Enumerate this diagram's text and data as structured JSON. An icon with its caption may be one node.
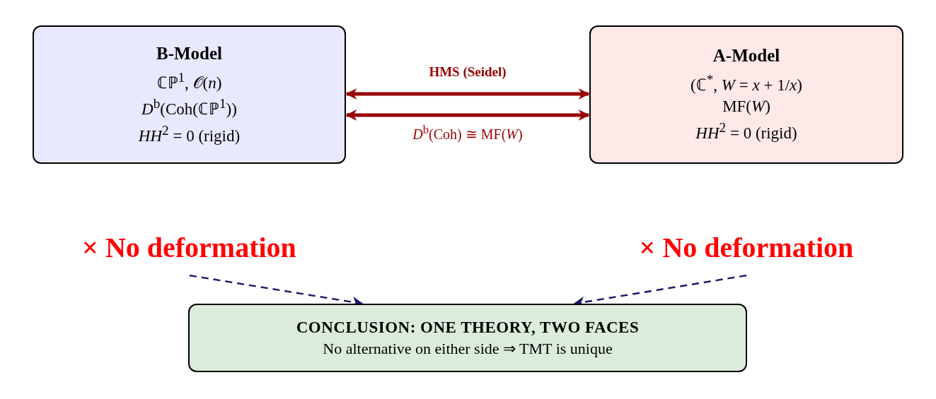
{
  "diagram": {
    "nodes": [
      {
        "text": [
          "B-Model",
          "ℂℙ$^{1}$, 𝒪(*n*)",
          "*D*$^{b}$(Coh(ℂℙ$^{1}$))",
          "*HH*$^{2}$ = 0 (rigid)"
        ]
      },
      {
        "text": [
          "A-Model",
          "(ℂ$^{*}$, *W* = *x* + 1/*x*)",
          "MF(*W*)",
          "*HH*$^{2}$ = 0 (rigid)"
        ]
      },
      {
        "text": [
          "× No deformation"
        ]
      },
      {
        "text": [
          "× No deformation"
        ]
      },
      {
        "text": [
          "CONCLUSION: ONE THEORY, TWO FACES",
          "No alternative on either side ⇒ TMT is unique"
        ]
      }
    ],
    "edges": [
      {
        "from": 0,
        "to": 1,
        "arrow": "both",
        "label": "HMS (Seidel)",
        "style": "thick",
        "color": "#990000"
      },
      {
        "from": 0,
        "to": 1,
        "arrow": "both",
        "label": "*D*$^{b}$(Coh) ≅ MF(*W*)",
        "style": "thick",
        "color": "#990000"
      },
      {
        "from": 2,
        "to": 4,
        "arrow": "to",
        "style": "dashed",
        "color": "#1a1a6e"
      },
      {
        "from": 3,
        "to": 4,
        "arrow": "to",
        "style": "dashed",
        "color": "#1a1a6e"
      }
    ]
  }
}
